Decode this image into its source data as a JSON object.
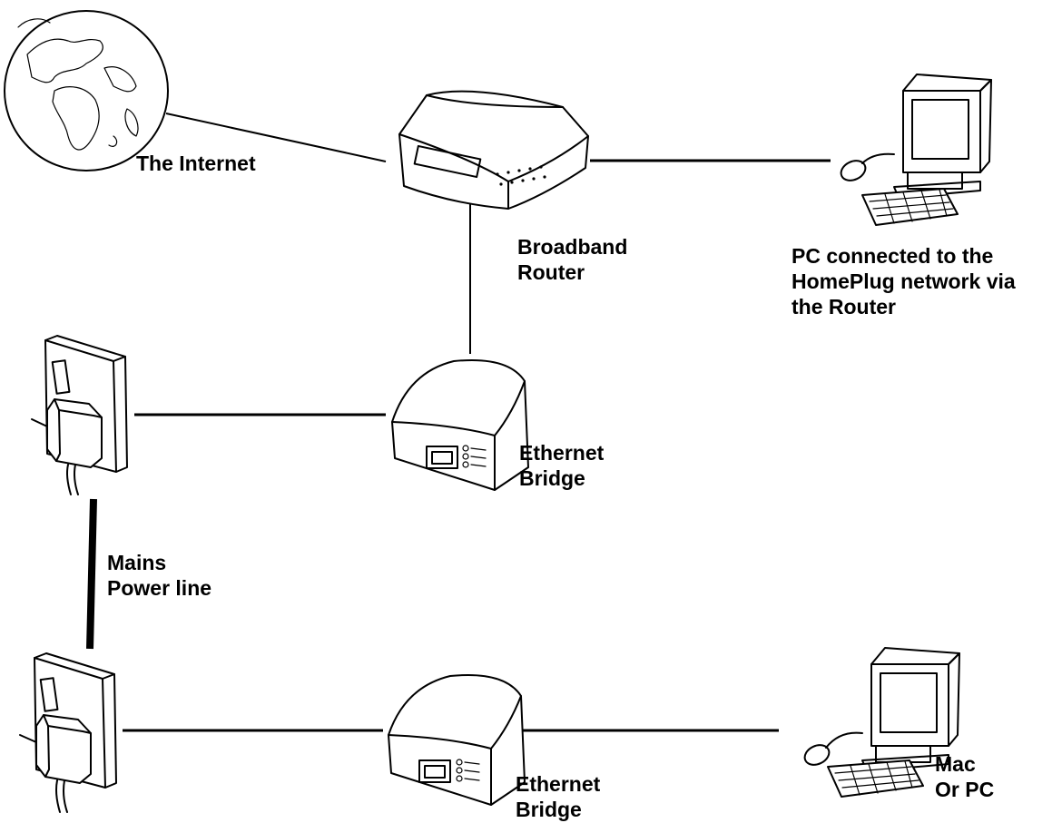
{
  "colors": {
    "ink": "#000000",
    "background": "#ffffff"
  },
  "nodes": {
    "internet": {
      "icon": "globe-icon",
      "label": "The Internet"
    },
    "router": {
      "icon": "router-icon",
      "label_lines": [
        "Broadband",
        "Router"
      ]
    },
    "pc_top": {
      "icon": "desktop-computer-icon",
      "label_lines": [
        "PC connected to the",
        "HomePlug network via",
        "the Router"
      ]
    },
    "socket_top": {
      "icon": "wall-socket-plug-icon"
    },
    "bridge_top": {
      "icon": "ethernet-bridge-icon",
      "label_lines": [
        "Ethernet",
        "Bridge"
      ]
    },
    "powerline": {
      "label_lines": [
        "Mains",
        "Power line"
      ]
    },
    "socket_bottom": {
      "icon": "wall-socket-plug-icon"
    },
    "bridge_bottom": {
      "icon": "ethernet-bridge-icon",
      "label_lines": [
        "Ethernet",
        "Bridge"
      ]
    },
    "pc_bottom": {
      "icon": "desktop-computer-icon",
      "label_lines": [
        "Mac",
        "Or PC"
      ]
    }
  }
}
